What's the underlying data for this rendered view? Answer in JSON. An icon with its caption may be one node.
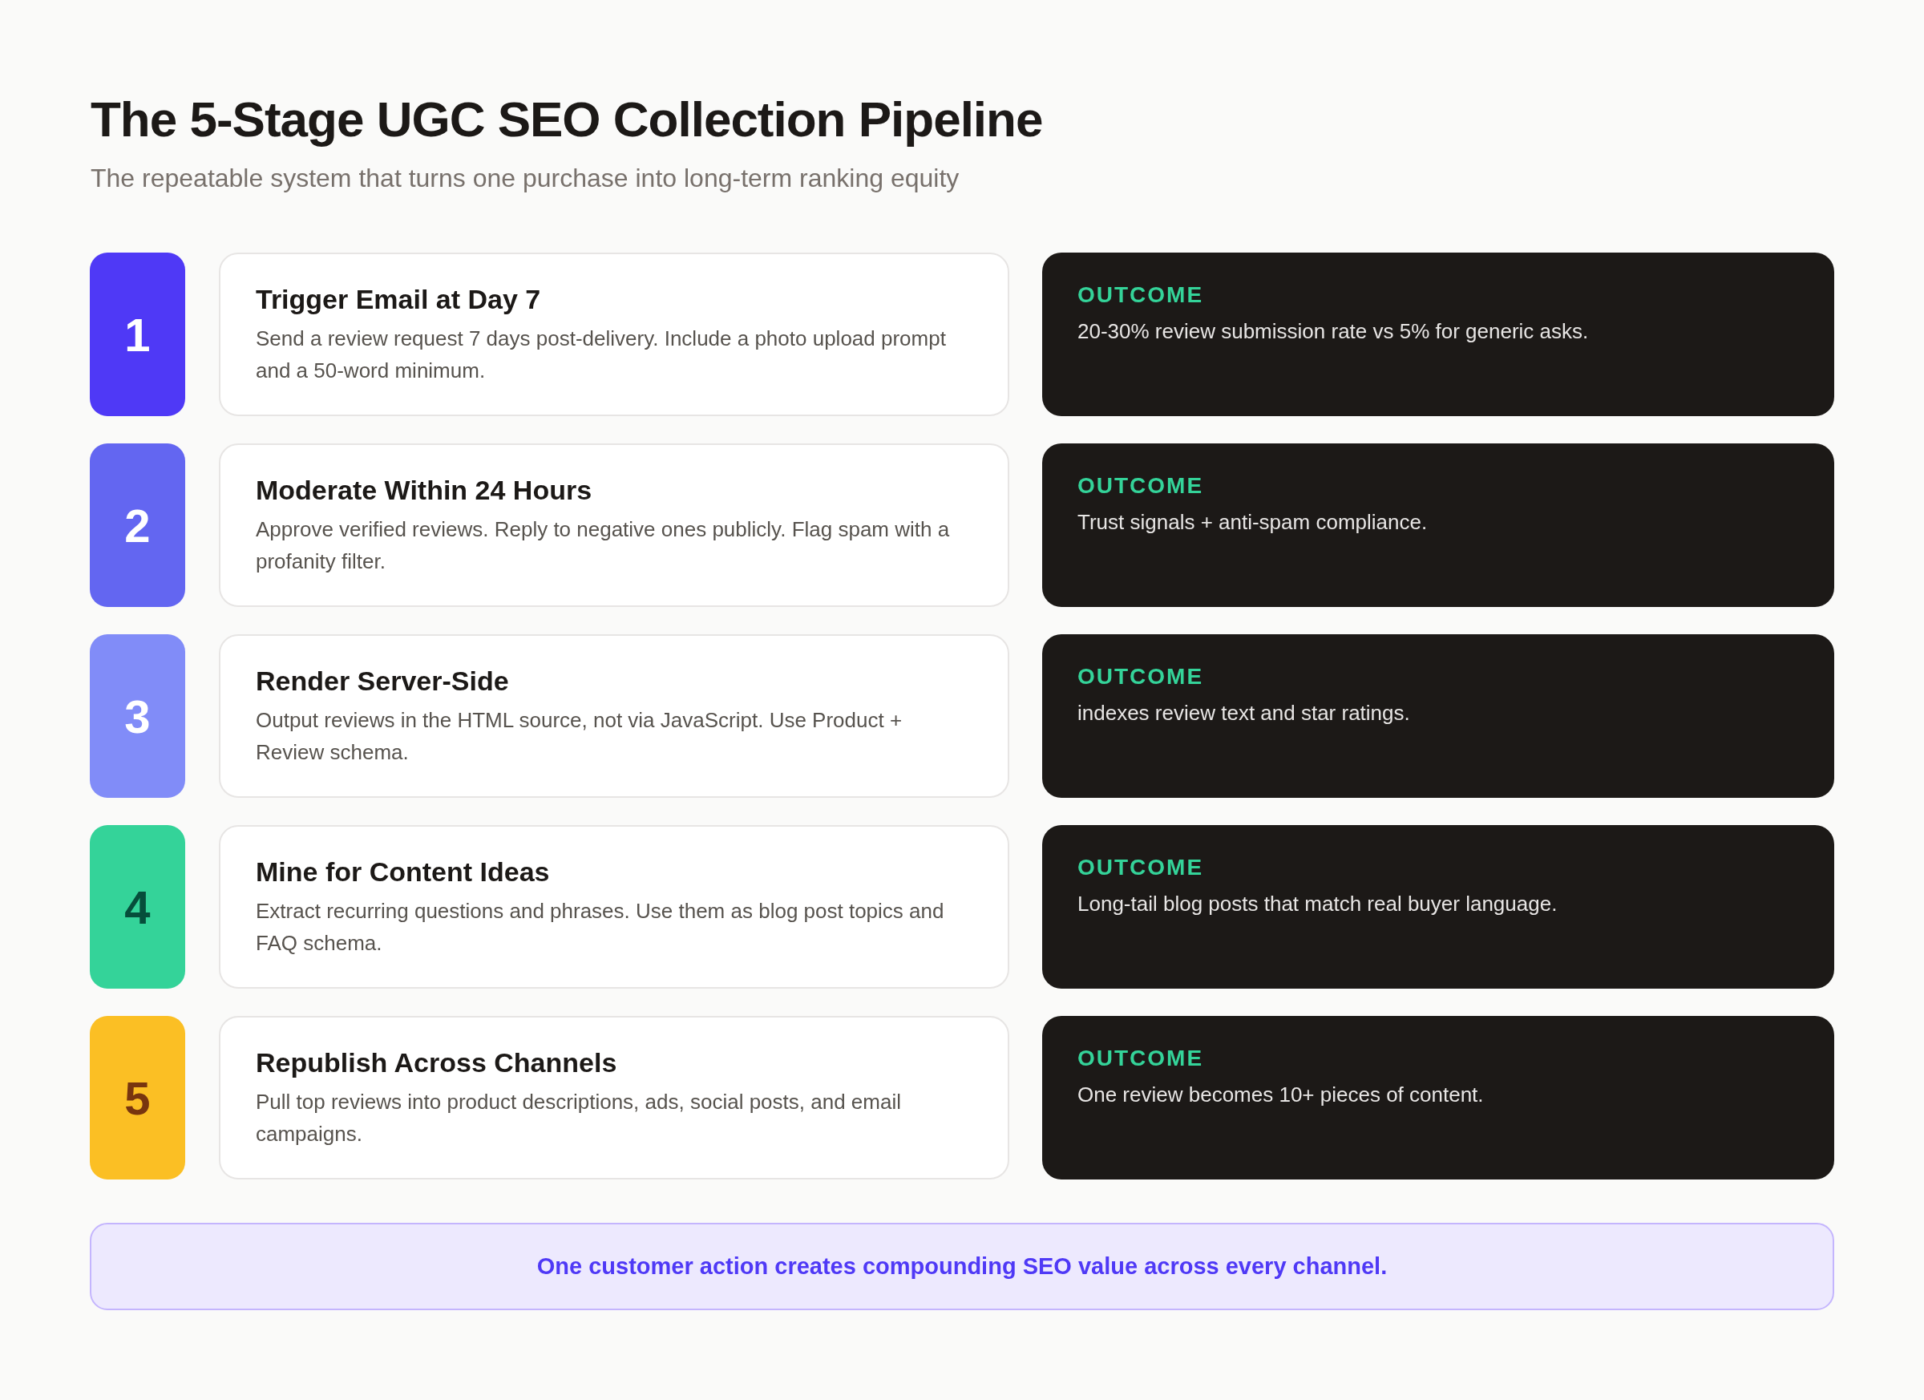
{
  "diagram": {
    "title": "The 5-Stage UGC SEO Collection Pipeline",
    "nodes": [
      {
        "text": [
          "1"
        ]
      },
      {
        "text": [
          "Trigger Email at Day 7",
          "Send a review request 7 days post-delivery. Include a photo upload prompt and a 50-word minimum."
        ]
      },
      {
        "text": [
          "OUTCOME",
          "20-30% review submission rate vs 5% for generic asks."
        ]
      },
      {
        "text": [
          "2"
        ]
      },
      {
        "text": [
          "Moderate Within 24 Hours",
          "Approve verified reviews. Reply to negative ones publicly. Flag spam with a profanity filter."
        ]
      },
      {
        "text": [
          "OUTCOME",
          "Trust signals + anti-spam compliance."
        ]
      },
      {
        "text": [
          "3"
        ]
      },
      {
        "text": [
          "Render Server-Side",
          "Output reviews in the HTML source, not via JavaScript. Use Product + Review schema."
        ]
      },
      {
        "text": [
          "OUTCOME",
          "indexes review text and star ratings."
        ]
      },
      {
        "text": [
          "4"
        ]
      },
      {
        "text": [
          "Mine for Content Ideas",
          "Extract recurring questions and phrases. Use them as blog post topics and FAQ schema."
        ]
      },
      {
        "text": [
          "OUTCOME",
          "Long-tail blog posts that match real buyer language."
        ]
      },
      {
        "text": [
          "5"
        ]
      },
      {
        "text": [
          "Republish Across Channels",
          "Pull top reviews into product descriptions, ads, social posts, and email campaigns."
        ]
      },
      {
        "text": [
          "OUTCOME",
          "One review becomes 10+ pieces of content."
        ]
      },
      {
        "text": [
          "One customer action creates compounding SEO value across every channel."
        ]
      }
    ],
    "labels": [
      "The repeatable system that turns one purchase into long-term ranking equity"
    ]
  }
}
